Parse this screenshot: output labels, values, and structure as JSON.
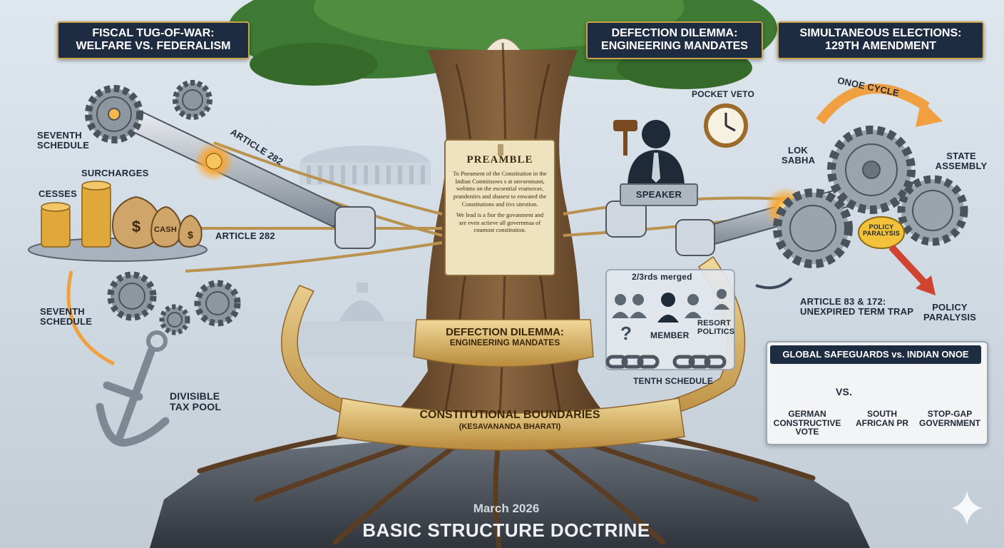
{
  "panels": {
    "fiscal": {
      "line1": "Fiscal Tug-of-War:",
      "line2": "Welfare vs. Federalism"
    },
    "defection": {
      "line1": "Defection Dilemma:",
      "line2": "Engineering Mandates"
    },
    "simultaneous": {
      "line1": "Simultaneous Elections:",
      "line2": "129TH Amendment"
    }
  },
  "left_labels": {
    "seventh_schedule_top": "Seventh Schedule",
    "surcharges": "Surcharges",
    "cesses": "Cesses",
    "article_282_diag": "Article 282",
    "article_282": "Article 282",
    "cash": "Cash",
    "seventh_schedule_bottom": "Seventh Schedule",
    "divisible_tax_pool": "Divisible Tax Pool"
  },
  "preamble": {
    "heading": "PREAMBLE",
    "body1": "To Pneament of the Constitution in the Indian Conmitsows s at onvsenmant, webims on the escsential vramovav, prandentirs and sbasest to enwated the Constitutions and tivs sitestion.",
    "body2": "We lead is a fior the govanment and are even actieve all governmaa of cnumost constitution."
  },
  "center_banners": {
    "defection_line1": "Defection Dilemma:",
    "defection_line2": "Engineering Mandates",
    "boundaries_line1": "Constitutional Boundaries",
    "boundaries_line2": "(Kesavananda Bharati)"
  },
  "right_labels": {
    "pocket_veto": "Pocket Veto",
    "speaker": "Speaker",
    "two_thirds": "2/3rds merged",
    "member": "Member",
    "resort_politics": "Resort Politics",
    "question_mark": "?",
    "tenth_schedule": "Tenth Schedule",
    "onoe_cycle": "ONOE Cycle",
    "lok_sabha": "Lok Sabha",
    "state_assembly": "State Assembly",
    "policy_paralysis_gear": "Policy Paralysis",
    "article_83_172_line1": "Article 83 & 172:",
    "article_83_172_line2": "Unexpired Term Trap",
    "policy_paralysis": "Policy Paralysis"
  },
  "global_safeguards": {
    "title": "GLOBAL SAFEGUARDS vs. INDIAN ONOE",
    "vs": "VS.",
    "german": "German Constructive Vote",
    "south_african": "South African PR",
    "stop_gap": "Stop-Gap Government"
  },
  "footer": {
    "date": "March 2026",
    "title": "Basic Structure Doctrine"
  },
  "colors": {
    "panel_navy": "#1e2c42",
    "panel_border_gold": "#c9a24a",
    "ribbon_gold": "#d6b066",
    "trunk_brown": "#6b4a2c",
    "rock_gray": "#4a5058",
    "glow_orange": "#f59a2a"
  },
  "icons": [
    "gear-icon",
    "coin-stack-icon",
    "money-bag-icon",
    "anchor-icon",
    "robot-arm-icon",
    "gavel-icon",
    "clock-icon",
    "speaker-silhouette-icon",
    "people-group-icon",
    "chain-icon",
    "arrow-icon",
    "germany-flag-icon",
    "south-africa-flag-icon",
    "prohibited-icon",
    "tree-icon",
    "parliament-icon",
    "supreme-court-icon",
    "sparkle-icon"
  ]
}
